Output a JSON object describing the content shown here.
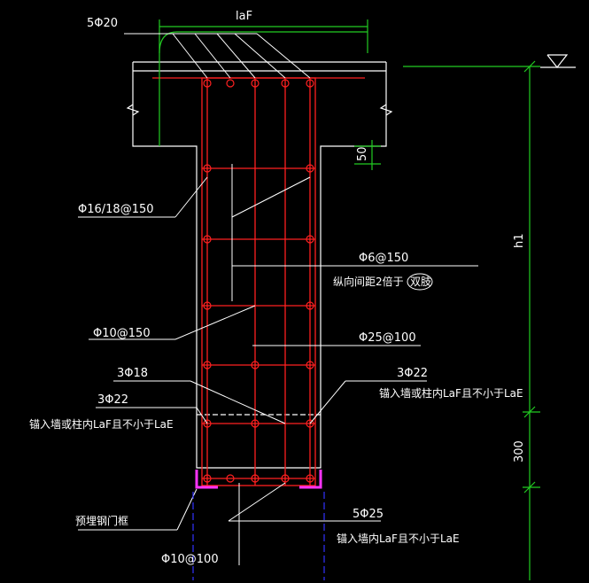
{
  "colors": {
    "background": "#000000",
    "outline": "#ffffff",
    "rebar": "#ff2020",
    "dimension": "#22cc22",
    "leader": "#ffffff",
    "hidden": "#3333ff",
    "embedded_frame": "#ff33ff"
  },
  "labels": {
    "top_bars": "5Φ20",
    "anchor_len": "laF",
    "stirrup_vert": "Φ16/18@150",
    "stirrup_tie": "Φ6@150",
    "tie_note": "纵向间距2倍于",
    "tie_note_stamp": "双肢",
    "horiz_bars": "Φ10@150",
    "vert_bars": "Φ25@100",
    "bars_3_18": "3Φ18",
    "bars_3_22_left": "3Φ22",
    "anchor_left": "锚入墙或柱内LaF且不小于LaE",
    "bars_3_22_right": "3Φ22",
    "anchor_right": "锚入墙或柱内LaF且不小于LaE",
    "embedded_frame": "预埋钢门框",
    "bottom_bars": "5Φ25",
    "anchor_bottom": "锚入墙内LaF且不小于LaE",
    "stirrup_bottom": "Φ10@100",
    "dim_50": "50",
    "dim_h1": "h1",
    "dim_300": "300"
  }
}
